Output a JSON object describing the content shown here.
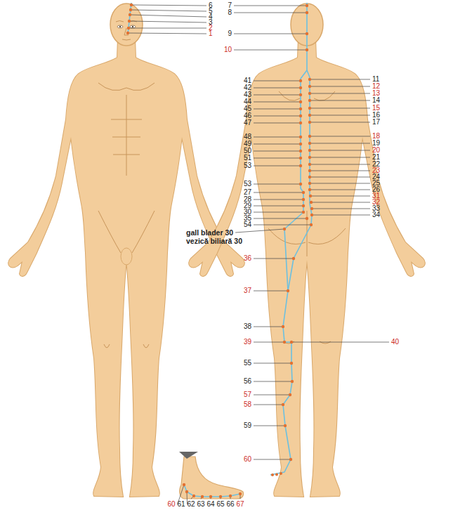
{
  "diagram": {
    "labels": [
      "6",
      "5",
      "4",
      "3",
      "2",
      "1",
      "7",
      "8",
      "9",
      "10",
      "11",
      "12",
      "13",
      "14",
      "15",
      "16",
      "17",
      "18",
      "19",
      "20",
      "21",
      "22",
      "23",
      "24",
      "25",
      "26",
      "31",
      "32",
      "33",
      "34",
      "41",
      "42",
      "43",
      "44",
      "45",
      "46",
      "47",
      "48",
      "49",
      "50",
      "51",
      "53",
      "53",
      "27",
      "28",
      "29",
      "30",
      "35",
      "54",
      "gall blader 30",
      "vezică biliară 30",
      "36",
      "37",
      "38",
      "39",
      "40",
      "55",
      "56",
      "57",
      "58",
      "59",
      "60",
      "60",
      "61",
      "62",
      "63",
      "64",
      "65",
      "66",
      "67"
    ]
  }
}
